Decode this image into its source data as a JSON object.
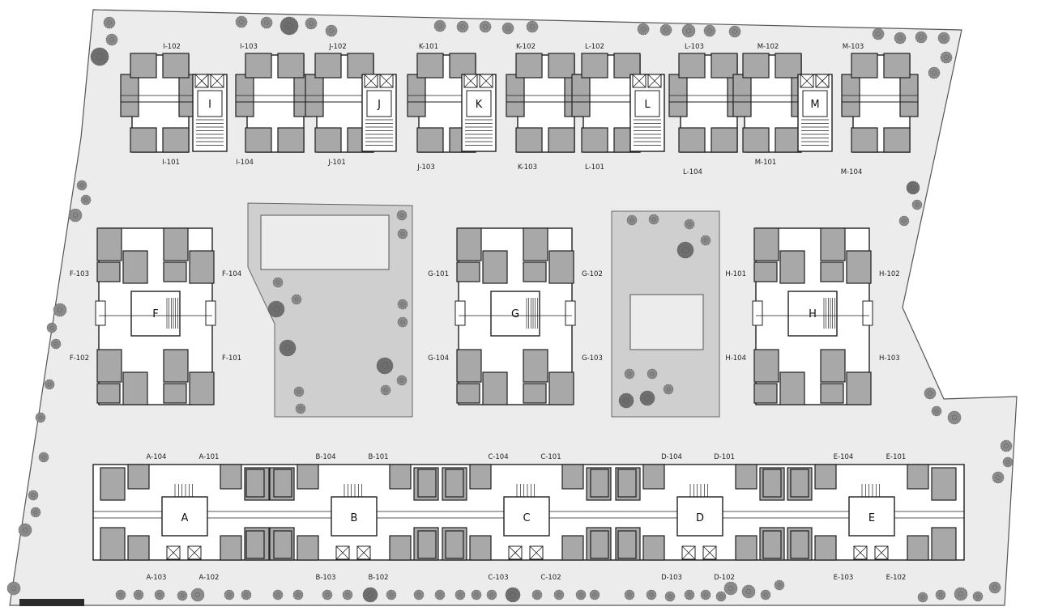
{
  "colors": {
    "site": "#ececec",
    "site_stroke": "#555555",
    "room": "#a8a8a8",
    "core": "#ffffff",
    "wall": "#1f1f1f",
    "courtyard": "#cfcfcf",
    "tree": "#8a8a8a",
    "tree_dark": "#6e6e6e"
  },
  "top_row": {
    "blocks": [
      "I",
      "J",
      "K",
      "L",
      "M"
    ],
    "labels_top": [
      "I-102",
      "I-103",
      "J-102",
      "K-101",
      "K-102",
      "L-102",
      "L-103",
      "M-102",
      "M-103"
    ],
    "labels_bottom": [
      "I-101",
      "I-104",
      "J-101",
      "J-103",
      "K-103",
      "L-101",
      "L-104",
      "M-101",
      "M-104"
    ]
  },
  "middle_blocks": [
    {
      "letter": "F",
      "labels": [
        "F-103",
        "F-104",
        "F-102",
        "F-101"
      ]
    },
    {
      "letter": "G",
      "labels": [
        "G-101",
        "G-102",
        "G-104",
        "G-103"
      ]
    },
    {
      "letter": "H",
      "labels": [
        "H-101",
        "H-102",
        "H-104",
        "H-103"
      ]
    }
  ],
  "bottom_blocks": [
    {
      "letter": "A",
      "labels_top": [
        "A-104",
        "A-101"
      ],
      "labels_bottom": [
        "A-103",
        "A-102"
      ]
    },
    {
      "letter": "B",
      "labels_top": [
        "B-104",
        "B-101"
      ],
      "labels_bottom": [
        "B-103",
        "B-102"
      ]
    },
    {
      "letter": "C",
      "labels_top": [
        "C-104",
        "C-101"
      ],
      "labels_bottom": [
        "C-103",
        "C-102"
      ]
    },
    {
      "letter": "D",
      "labels_top": [
        "D-104",
        "D-101"
      ],
      "labels_bottom": [
        "D-103",
        "D-102"
      ]
    },
    {
      "letter": "E",
      "labels_top": [
        "E-104",
        "E-101"
      ],
      "labels_bottom": [
        "E-103",
        "E-102"
      ]
    }
  ]
}
